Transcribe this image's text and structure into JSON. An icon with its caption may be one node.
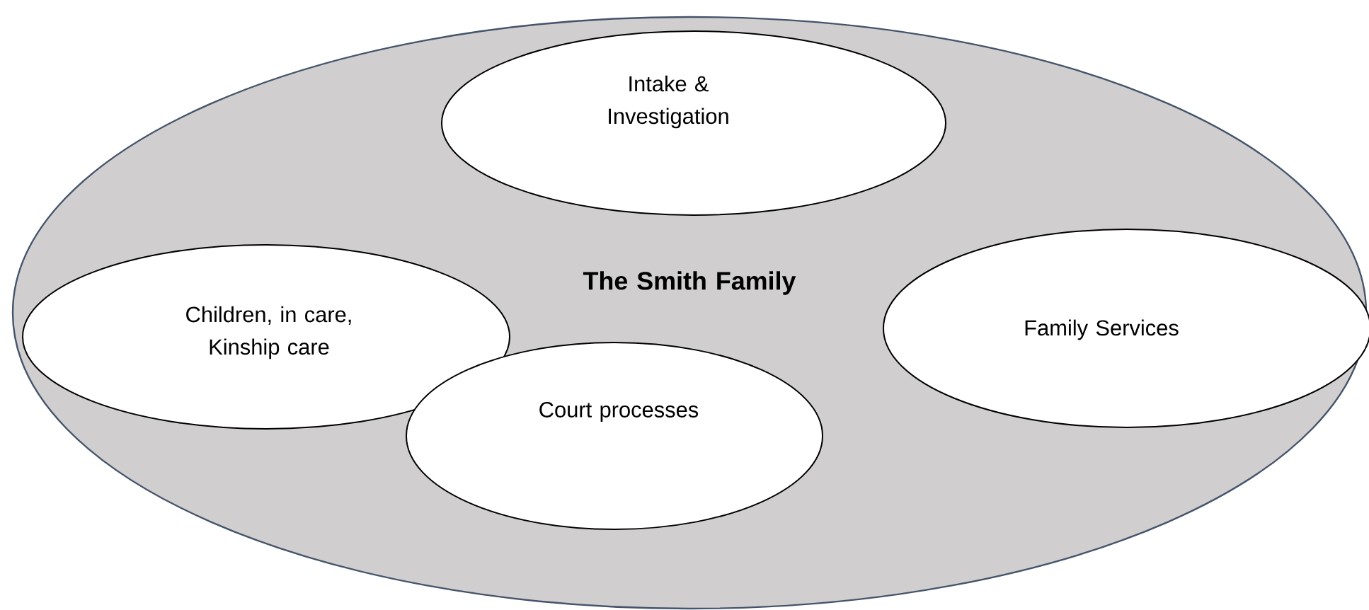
{
  "diagram": {
    "nodes": [
      {
        "text": [
          "The Smith Family"
        ]
      },
      {
        "text": [
          "Intake & Investigation"
        ],
        "in": 0
      },
      {
        "text": [
          "Children, in care, Kinship care"
        ],
        "in": 0
      },
      {
        "text": [
          "Court processes"
        ],
        "in": 0
      },
      {
        "text": [
          "Family Services"
        ],
        "in": 0
      }
    ]
  }
}
